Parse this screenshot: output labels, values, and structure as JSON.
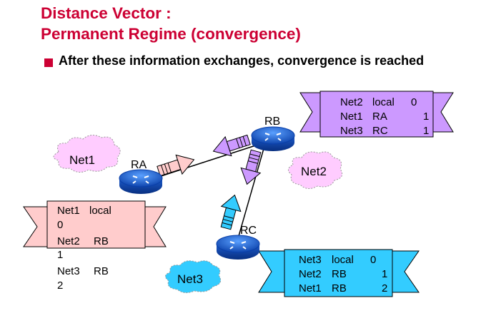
{
  "slide": {
    "title_line1": "Distance Vector :",
    "title_line2": "Permanent Regime (convergence)",
    "bullet": "After these information exchanges, convergence is reached"
  },
  "routers": {
    "ra": "RA",
    "rb": "RB",
    "rc": "RC"
  },
  "networks": {
    "net1": "Net1",
    "net2": "Net2",
    "net3": "Net3"
  },
  "tables": {
    "rb": [
      {
        "dest": "Net2",
        "via": "local",
        "dist": "0"
      },
      {
        "dest": "Net1",
        "via": "RA",
        "dist": "1"
      },
      {
        "dest": "Net3",
        "via": "RC",
        "dist": "1"
      }
    ],
    "ra": [
      {
        "dest": "Net1",
        "via": "local",
        "dist": "0"
      },
      {
        "dest": "Net2",
        "via": "RB",
        "dist": "1"
      },
      {
        "dest": "Net3",
        "via": "RB",
        "dist": "2"
      }
    ],
    "rc": [
      {
        "dest": "Net3",
        "via": "local",
        "dist": "0"
      },
      {
        "dest": "Net2",
        "via": "RB",
        "dist": "1"
      },
      {
        "dest": "Net1",
        "via": "RB",
        "dist": "2"
      }
    ]
  },
  "colors": {
    "title": "#cc0033",
    "ribbon_rb": "#cc99ff",
    "ribbon_ra": "#ffcccc",
    "ribbon_rc": "#33ccff",
    "cloud": "#ffccff",
    "router": "#1a5fd0"
  }
}
